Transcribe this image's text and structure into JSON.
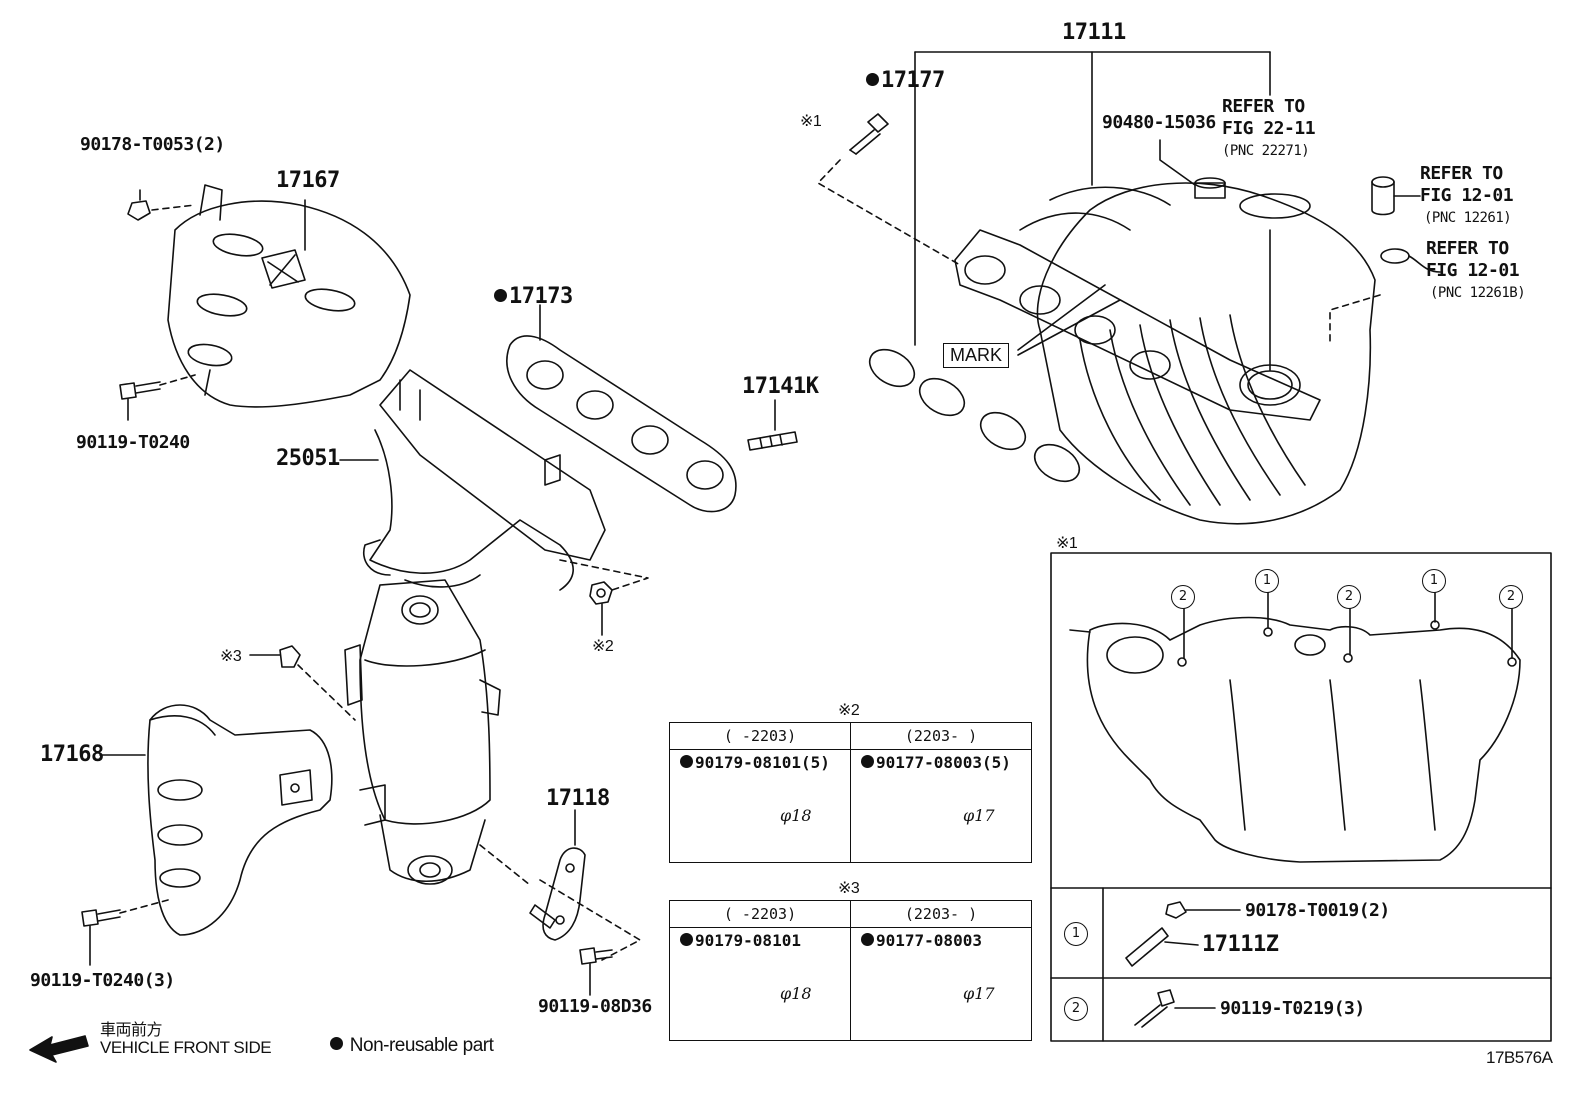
{
  "labels": {
    "p17111": "17111",
    "p17177": "17177",
    "note1_bolt": "※1",
    "p90480": "90480-15036",
    "refer_22_line1": "REFER TO",
    "refer_22_line2": "FIG 22-11",
    "refer_22_pnc": "(PNC 22271)",
    "refer_12a_line1": "REFER TO",
    "refer_12a_line2": "FIG 12-01",
    "refer_12a_pnc": "(PNC 12261)",
    "refer_12b_line1": "REFER TO",
    "refer_12b_line2": "FIG 12-01",
    "refer_12b_pnc": "(PNC 12261B)",
    "mark": "MARK",
    "p90178_T0053": "90178-T0053(2)",
    "p17167": "17167",
    "p90119_T0240": "90119-T0240",
    "p17173": "17173",
    "p17141K": "17141K",
    "p25051": "25051",
    "note2_nut": "※2",
    "note3_nut": "※3",
    "p17168": "17168",
    "p90119_T0240_3": "90119-T0240(3)",
    "p17118": "17118",
    "p90119_08D36": "90119-08D36",
    "front_jp": "車両前方",
    "front_en": "VEHICLE FRONT SIDE",
    "nonreusable": "Non-reusable part",
    "fig_id": "17B576A"
  },
  "detail1": {
    "title": "※1",
    "bolt1_label": "1",
    "bolt2_label": "2",
    "row1_num": "1",
    "row1_part_a": "90178-T0019(2)",
    "row1_part_b": "17111Z",
    "row2_num": "2",
    "row2_part": "90119-T0219(3)"
  },
  "table2": {
    "title": "※2",
    "col1_header": "(     -2203)",
    "col2_header": "(2203-     )",
    "col1_part": "90179-08101(5)",
    "col2_part": "90177-08003(5)",
    "col1_dia": "18",
    "col2_dia": "17"
  },
  "table3": {
    "title": "※3",
    "col1_header": "(     -2203)",
    "col2_header": "(2203-     )",
    "col1_part": "90179-08101",
    "col2_part": "90177-08003",
    "col1_dia": "18",
    "col2_dia": "17"
  },
  "phi_symbol": "φ"
}
